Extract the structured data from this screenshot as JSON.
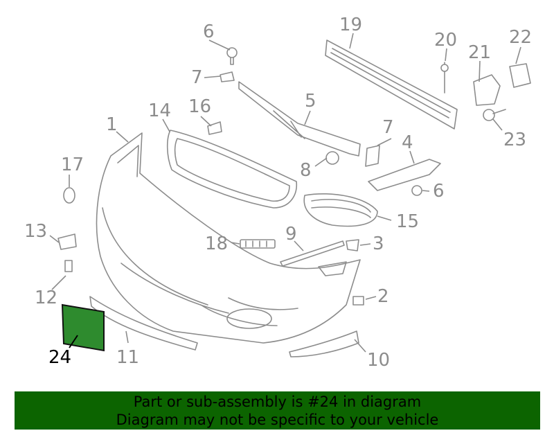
{
  "banner": {
    "line1": "Part or sub-assembly is #24 in diagram",
    "line2": "Diagram may not be specific to your vehicle"
  },
  "highlight": {
    "callout": "24",
    "fill_color": "#2e8b2e",
    "banner_color": "#0c6400"
  },
  "callouts": {
    "c1": "1",
    "c2": "2",
    "c3": "3",
    "c4": "4",
    "c5": "5",
    "c6a": "6",
    "c6b": "6",
    "c7a": "7",
    "c7b": "7",
    "c8": "8",
    "c9": "9",
    "c10": "10",
    "c11": "11",
    "c12": "12",
    "c13": "13",
    "c14": "14",
    "c15": "15",
    "c16": "16",
    "c17": "17",
    "c18": "18",
    "c19": "19",
    "c20": "20",
    "c21": "21",
    "c22": "22",
    "c23": "23",
    "c24": "24"
  }
}
